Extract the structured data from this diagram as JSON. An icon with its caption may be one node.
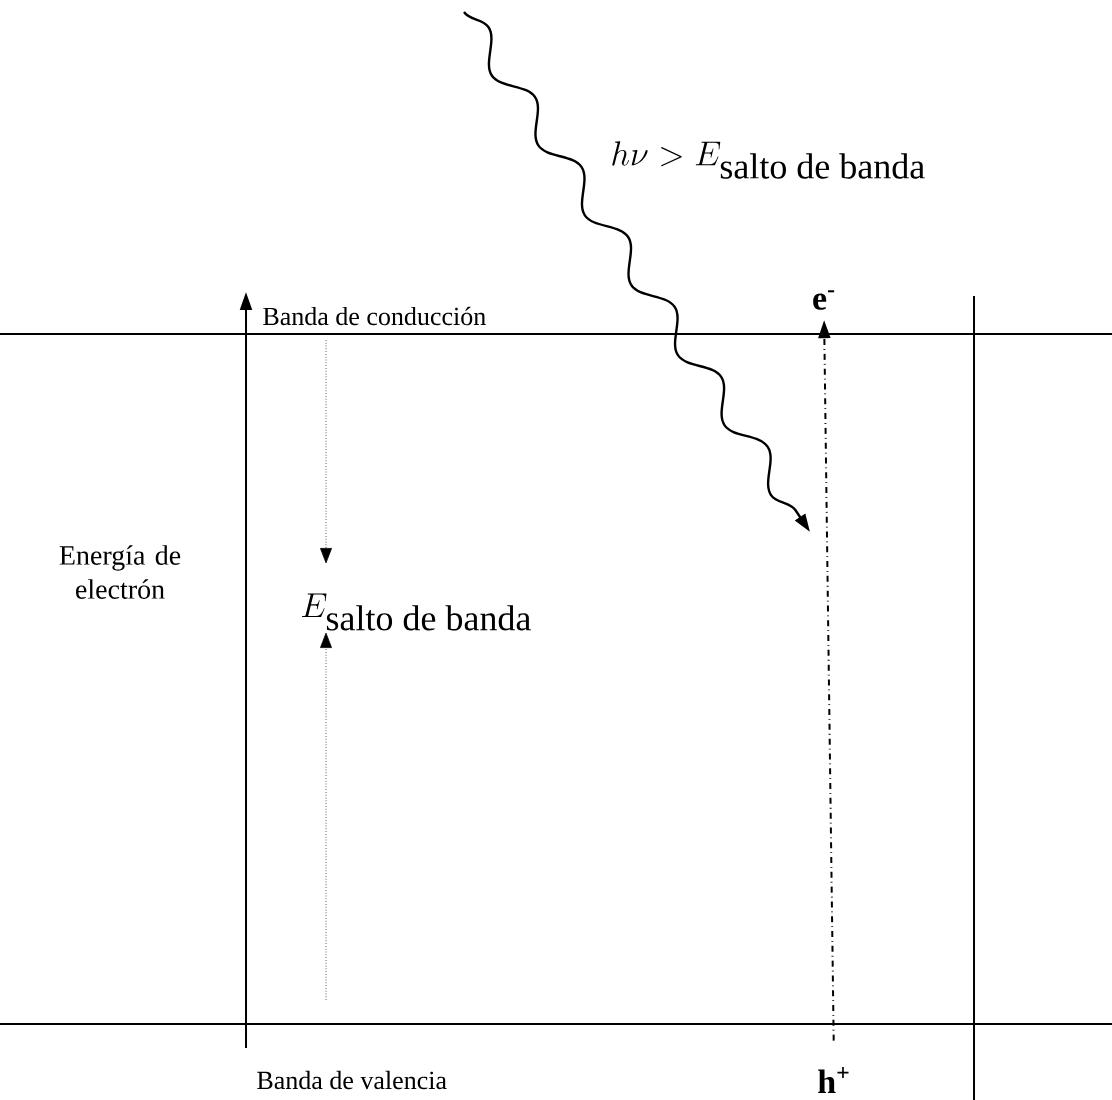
{
  "diagram": {
    "nodes": [
      {
        "text": [
          "e$^{-}$"
        ]
      },
      {
        "text": [
          "h$^{+}$"
        ]
      }
    ],
    "edges": [
      {
        "from": 1,
        "to": 0,
        "arrow": "to",
        "style": "dashed"
      }
    ],
    "labels": [
      "h\\nu > E_{\\textrm{salto de banda}}",
      "Banda de conducción",
      "Energía de electrón",
      "E_{\\textrm{salto de banda}}",
      "Banda de valencia"
    ]
  }
}
